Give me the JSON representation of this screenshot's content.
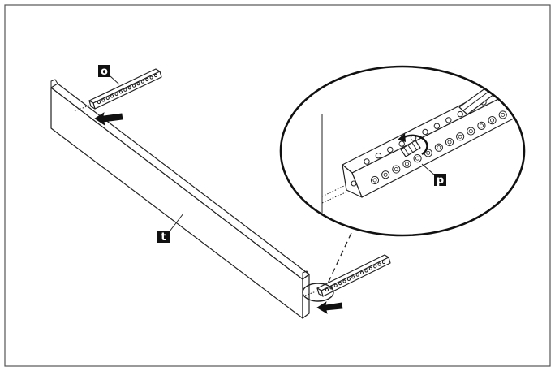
{
  "labels": {
    "o": "o",
    "t": "t",
    "p": "p"
  },
  "colors": {
    "line": "#222222",
    "label_background": "#111111",
    "label_text": "#ffffff",
    "background": "#ffffff"
  }
}
